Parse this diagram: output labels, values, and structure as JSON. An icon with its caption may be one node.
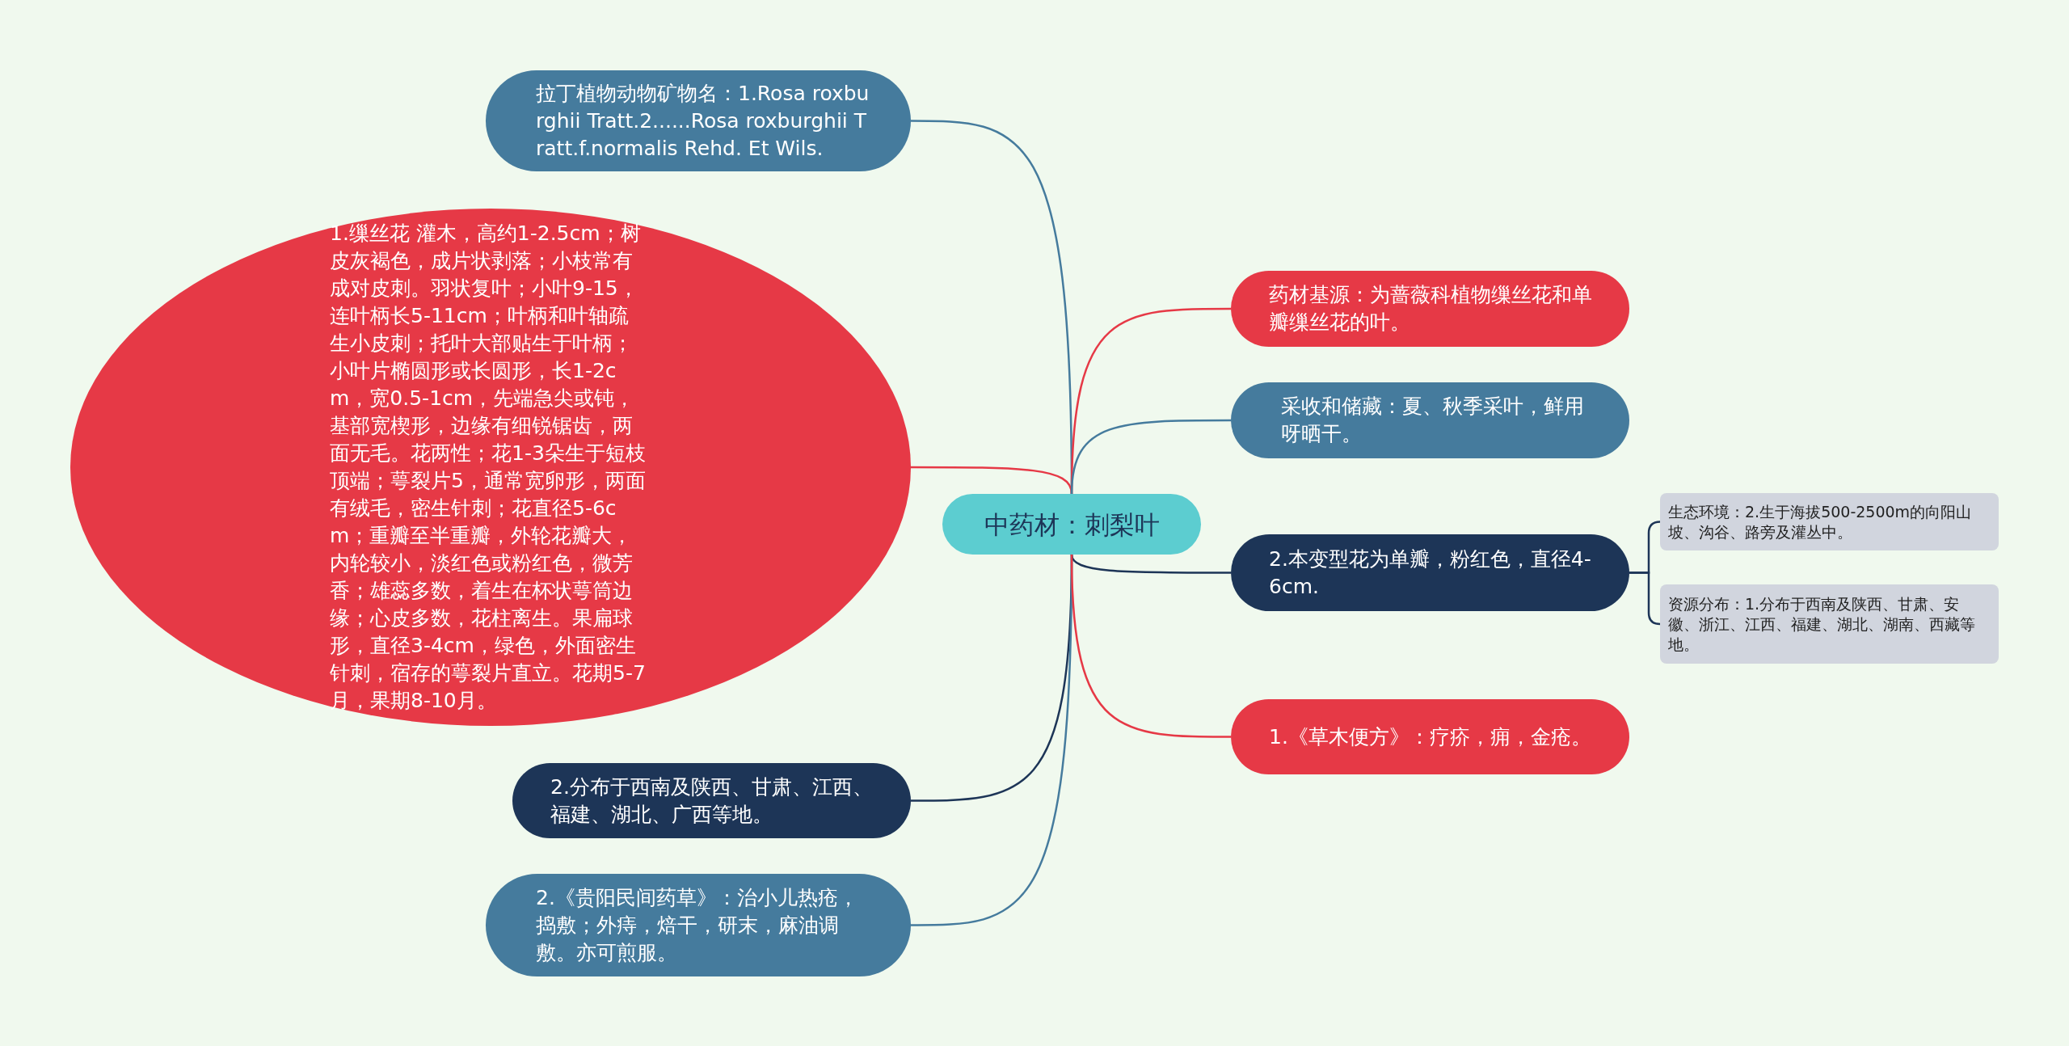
{
  "diagram": {
    "nodes": [
      {
        "text": [
          "中药材：刺梨叶"
        ]
      },
      {
        "text": [
          "拉丁植物动物矿物名：1.Rosa roxburghii Tratt.2......Rosa roxburghii Tratt.f.normalis Rehd. Et Wils."
        ]
      },
      {
        "text": [
          "1.缫丝花 灌木，高约1-2.5cm；树皮灰褐色，成片状剥落；小枝常有成对皮刺。羽状复叶；小叶9-15，连叶柄长5-11cm；叶柄和叶轴疏生小皮刺；托叶大部贴生于叶柄；小叶片椭圆形或长圆形，长1-2cm，宽0.5-1cm，先端急尖或钝，基部宽楔形，边缘有细锐锯齿，两面无毛。花两性；花1-3朵生于短枝顶端；萼裂片5，通常宽卵形，两面有绒毛，密生针刺；花直径5-6cm；重瓣至半重瓣，外轮花瓣大，内轮较小，淡红色或粉红色，微芳香；雄蕊多数，着生在杯状萼筒边缘；心皮多数，花柱离生。果扁球形，直径3-4cm，绿色，外面密生针刺，宿存的萼裂片直立。花期5-7月，果期8-10月。"
        ]
      },
      {
        "text": [
          "2.分布于西南及陕西、甘肃、江西、福建、湖北、广西等地。"
        ]
      },
      {
        "text": [
          "2.《贵阳民间药草》：治小儿热疮，捣敷；外痔，焙干，研末，麻油调敷。亦可煎服。"
        ]
      },
      {
        "text": [
          "药材基源：为蔷薇科植物缫丝花和单瓣缫丝花的叶。"
        ]
      },
      {
        "text": [
          "采收和储藏：夏、秋季采叶，鲜用呀晒干。"
        ]
      },
      {
        "text": [
          "2.本变型花为单瓣，粉红色，直径4-6cm."
        ]
      },
      {
        "text": [
          "1.《草木便方》：疗疥，痈，金疮。"
        ]
      },
      {
        "text": [
          "生态环境：2.生于海拔500-2500m的向阳山坡、沟谷、路旁及灌丛中。"
        ]
      },
      {
        "text": [
          "资源分布：1.分布于西南及陕西、甘肃、安徽、浙江、江西、福建、湖北、湖南、西藏等地。"
        ]
      }
    ],
    "edges": [
      {
        "from": 0,
        "to": 1,
        "arrow": "none",
        "color": "#457b9d"
      },
      {
        "from": 0,
        "to": 2,
        "arrow": "none",
        "color": "#e63946"
      },
      {
        "from": 0,
        "to": 3,
        "arrow": "none"
      },
      {
        "from": 0,
        "to": 4,
        "arrow": "none",
        "color": "#457b9d"
      },
      {
        "from": 0,
        "to": 5,
        "arrow": "none",
        "color": "#e63946"
      },
      {
        "from": 0,
        "to": 6,
        "arrow": "none",
        "color": "#457b9d"
      },
      {
        "from": 0,
        "to": 7,
        "arrow": "none"
      },
      {
        "from": 0,
        "to": 8,
        "arrow": "none",
        "color": "#e63946"
      },
      {
        "from": 7,
        "to": 9,
        "arrow": "none"
      },
      {
        "from": 7,
        "to": 10,
        "arrow": "none"
      }
    ]
  }
}
